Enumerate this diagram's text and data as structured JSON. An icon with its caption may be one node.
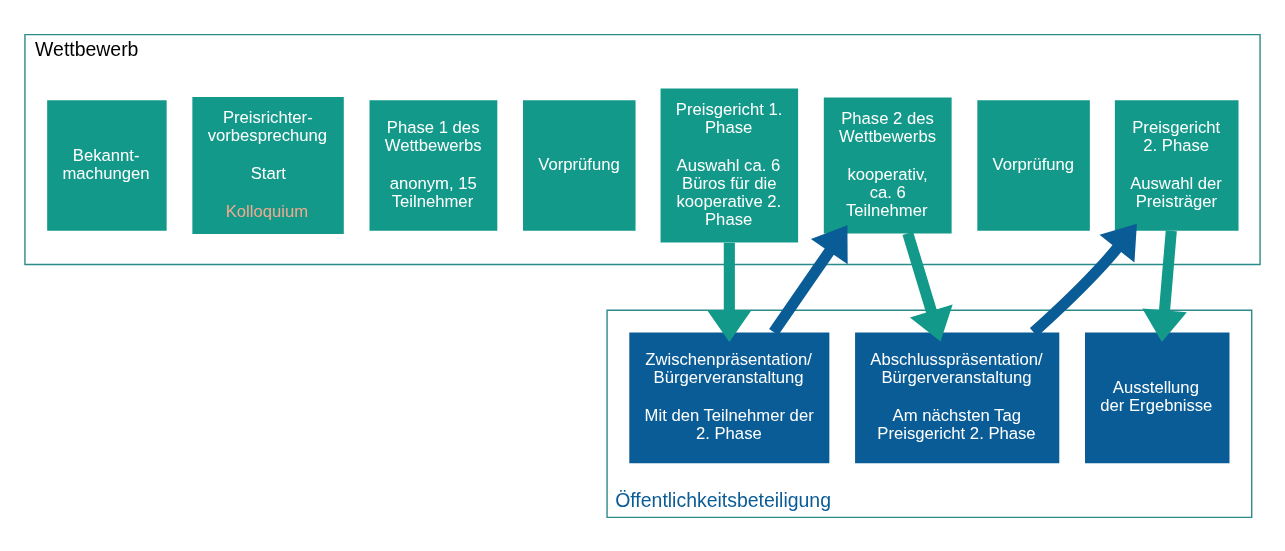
{
  "diagram": {
    "nodes": [
      {
        "text": [
          "Wettbewerb"
        ]
      },
      {
        "text": [
          "Bekannt- machungen"
        ],
        "in": 0
      },
      {
        "text": [
          "Preisrichter- vorbesprechung",
          "Start",
          "Kolloquium"
        ],
        "in": 0
      },
      {
        "text": [
          "Phase 1 des Wettbewerbs",
          "anonym, 15 Teilnehmer"
        ],
        "in": 0
      },
      {
        "text": [
          "Vorprüfung"
        ],
        "in": 0
      },
      {
        "text": [
          "Preisgericht 1. Phase",
          "Auswahl ca. 6 Büros für die kooperative 2. Phase"
        ],
        "in": 0
      },
      {
        "text": [
          "Phase 2 des Wettbewerbs",
          "kooperativ, ca. 6 Teilnehmer"
        ],
        "in": 0
      },
      {
        "text": [
          "Vorprüfung"
        ],
        "in": 0
      },
      {
        "text": [
          "Preisgericht 2. Phase",
          "Auswahl der Preisträger"
        ],
        "in": 0
      },
      {
        "text": [
          "Öffentlichkeitsbeteiligung"
        ]
      },
      {
        "text": [
          "Zwischenpräsentation/ Bürgerveranstaltung",
          "Mit den Teilnehmer der 2. Phase"
        ],
        "in": 9
      },
      {
        "text": [
          "Abschlusspräsentation/ Bürgerveranstaltung",
          "Am nächsten Tag Preisgericht 2. Phase"
        ],
        "in": 9
      },
      {
        "text": [
          "Ausstellung der Ergebnisse"
        ],
        "in": 9
      }
    ],
    "edges": [
      {
        "from": 5,
        "to": 10,
        "arrow": "to"
      },
      {
        "from": 10,
        "to": 6,
        "arrow": "to",
        "color": "#0a5c96"
      },
      {
        "from": 6,
        "to": 11,
        "arrow": "to"
      },
      {
        "from": 11,
        "to": 8,
        "arrow": "to",
        "color": "#0a5c96"
      },
      {
        "from": 8,
        "to": 12,
        "arrow": "to"
      }
    ]
  }
}
